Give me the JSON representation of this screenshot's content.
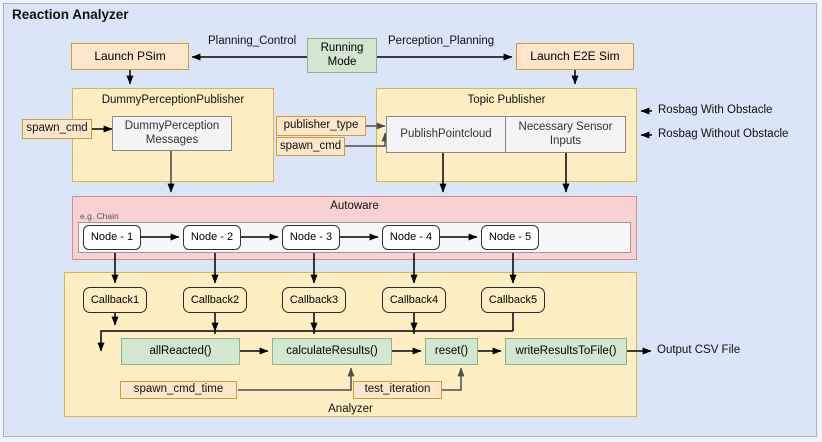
{
  "diagram": {
    "title": "Reaction Analyzer",
    "colors": {
      "canvas_bg": "#f1f3f6",
      "frame_bg": "#dae5f7",
      "frame_border": "#9bb4d6",
      "orange_fill": "#fde6cc",
      "orange_border": "#d49a33",
      "cream_fill": "#fdeec4",
      "cream_border": "#dbb54b",
      "green_fill": "#d3e6d0",
      "green_border": "#8bb487",
      "pink_fill": "#f8d2d2",
      "pink_border": "#d08e8e",
      "grey_fill": "#f4f4f4",
      "grey_border": "#8a8a8a"
    },
    "launch_psim": "Launch PSim",
    "running_mode": "Running\nMode",
    "running_mode_line1": "Running",
    "running_mode_line2": "Mode",
    "launch_e2e": "Launch E2E Sim",
    "edge_planning_control": "Planning_Control",
    "edge_perception_planning": "Perception_Planning",
    "dummy_perception_publisher": "DummyPerceptionPublisher",
    "dummy_perception_messages_l1": "DummyPerception",
    "dummy_perception_messages_l2": "Messages",
    "topic_publisher": "Topic Publisher",
    "publish_pointcloud": "PublishPointcloud",
    "necessary_sensor_l1": "Necessary Sensor",
    "necessary_sensor_l2": "Inputs",
    "params": {
      "spawn_cmd_left": "spawn_cmd",
      "publisher_type": "publisher_type",
      "spawn_cmd_right": "spawn_cmd",
      "spawn_cmd_time": "spawn_cmd_time",
      "test_iteration": "test_iteration"
    },
    "inputs": {
      "rosbag_with_obstacle": "Rosbag With Obstacle",
      "rosbag_without_obstacle": "Rosbag Without Obstacle"
    },
    "autoware": {
      "title": "Autoware",
      "chain_note": "e.g. Chain",
      "nodes": [
        "Node - 1",
        "Node - 2",
        "Node - 3",
        "Node - 4",
        "Node - 5"
      ]
    },
    "analyzer": {
      "title": "Analyzer",
      "callbacks": [
        "Callback1",
        "Callback2",
        "Callback3",
        "Callback4",
        "Callback5"
      ],
      "functions": [
        "allReacted()",
        "calculateResults()",
        "reset()",
        "writeResultsToFile()"
      ],
      "output": "Output CSV File"
    }
  }
}
